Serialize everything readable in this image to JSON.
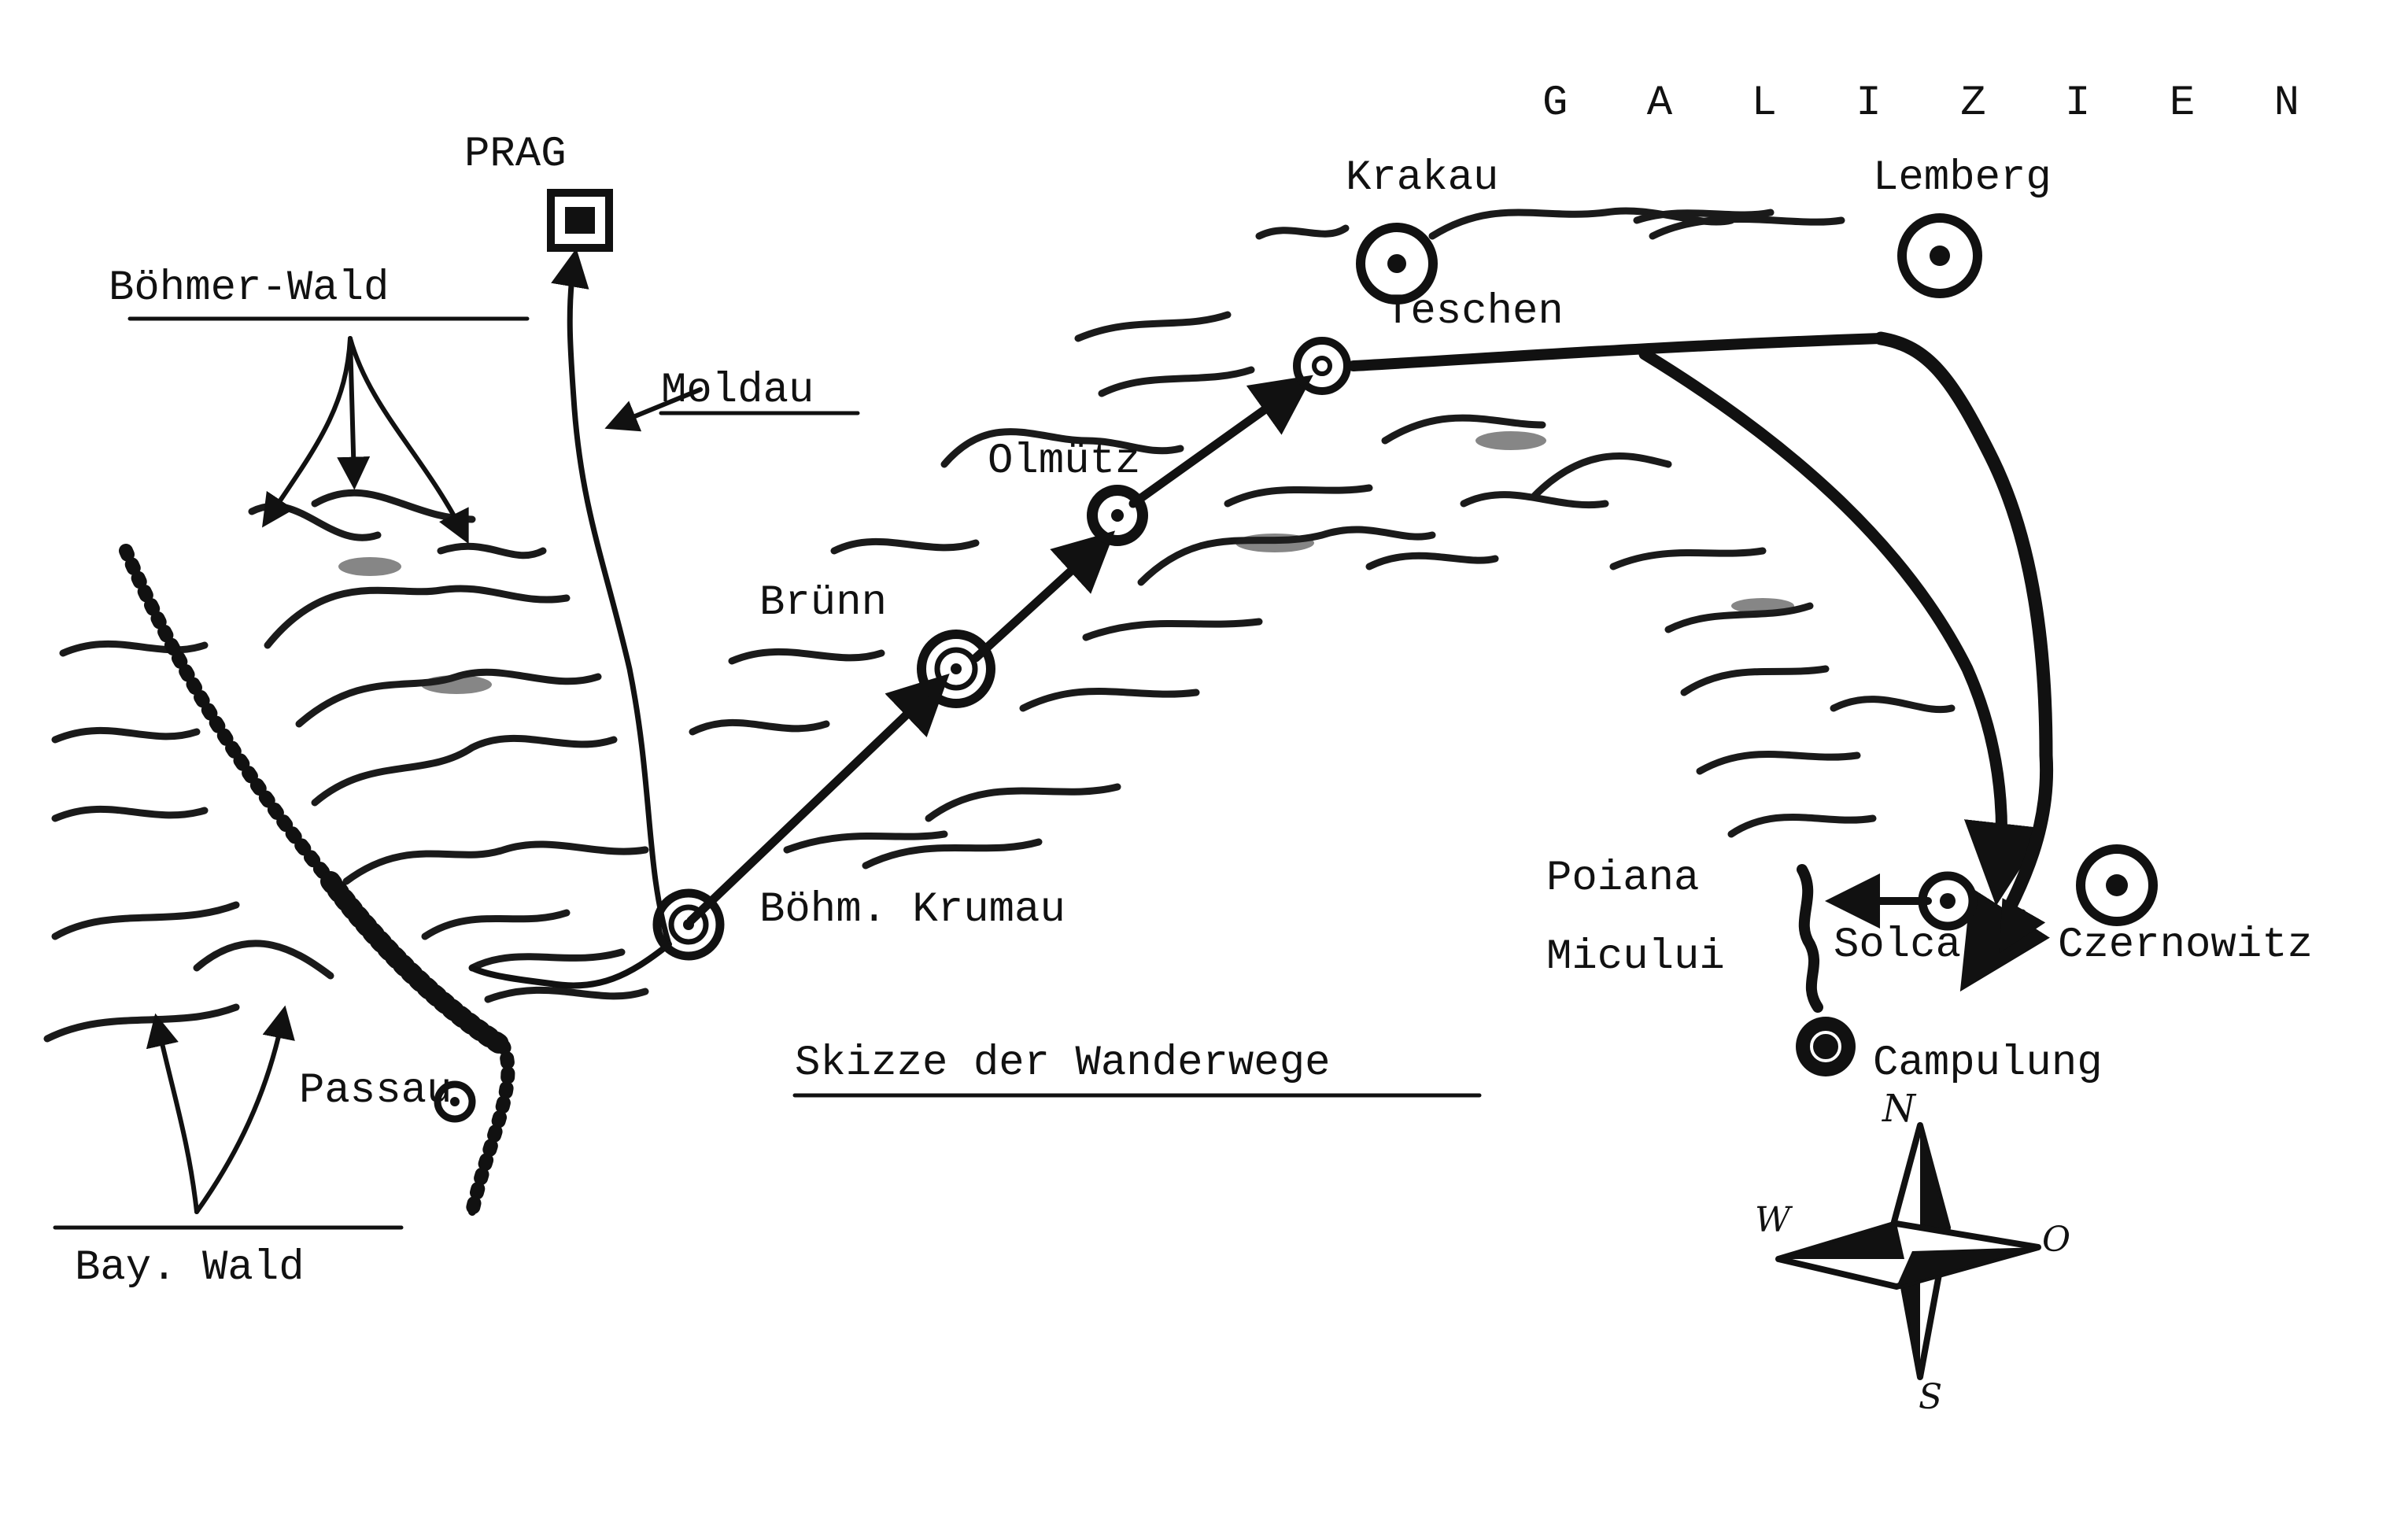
{
  "map": {
    "title": "Skizze der Wanderwege",
    "region": "G A L I Z I E N",
    "places": {
      "prag": "PRAG",
      "boehmer_wald": "Böhmer-Wald",
      "moldau": "Moldau",
      "krakau": "Krakau",
      "lemberg": "Lemberg",
      "teschen": "Teschen",
      "olmuetz": "Olmütz",
      "bruenn": "Brünn",
      "boehm_krumau": "Böhm. Krumau",
      "passau": "Passau",
      "bay_wald": "Bay. Wald",
      "poiana": "Poiana",
      "micului": "Micului",
      "solca": "Solca",
      "czernowitz": "Czernowitz",
      "campulung": "Campulung"
    },
    "compass": {
      "north": "N",
      "west": "W",
      "east": "O",
      "south": "S"
    },
    "colors": {
      "ink": "#111111",
      "paper": "#ffffff"
    }
  }
}
